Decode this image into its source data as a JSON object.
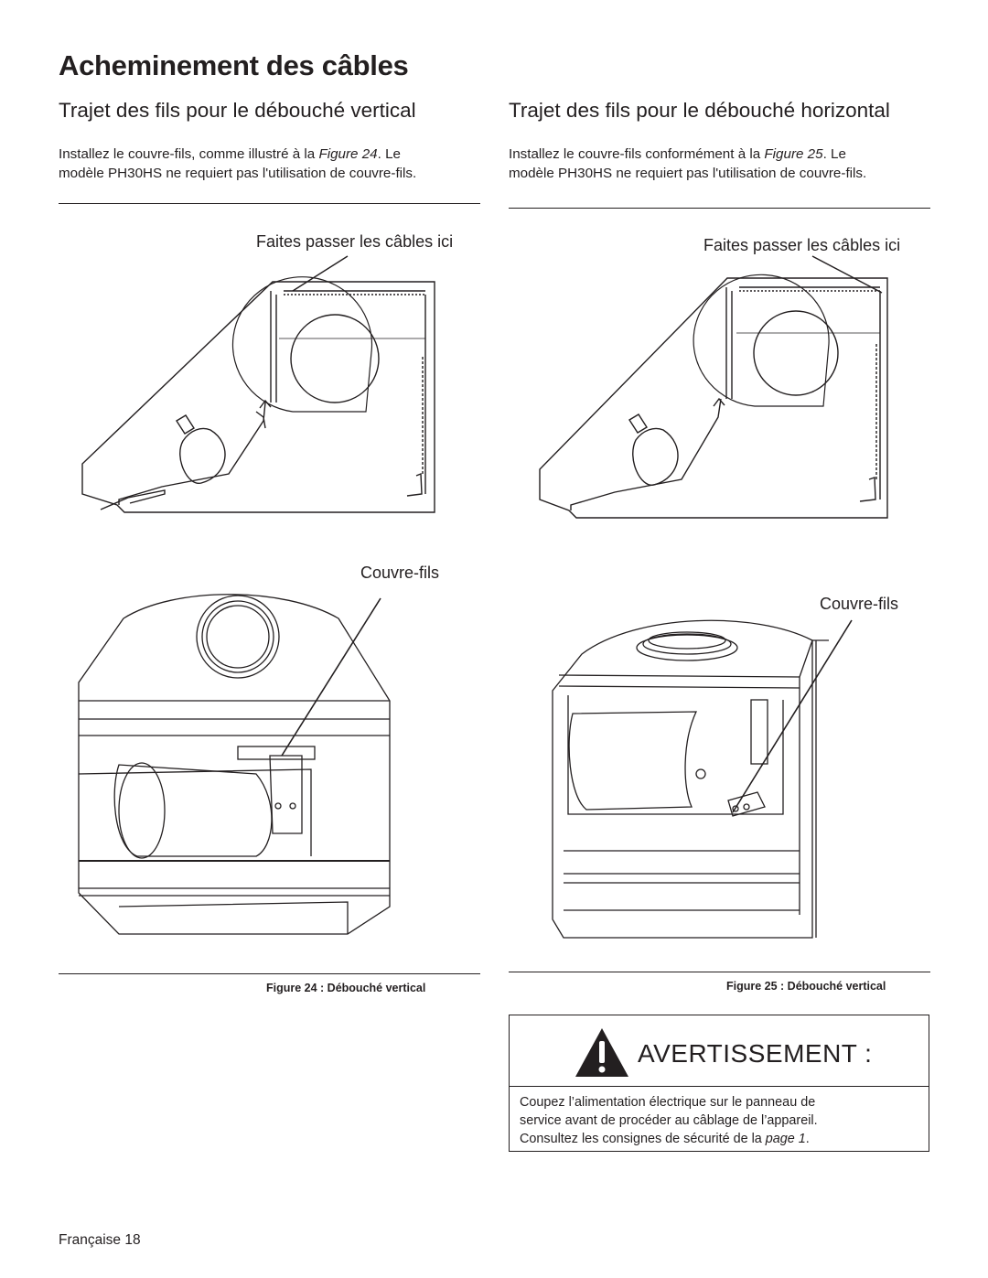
{
  "page": {
    "title": "Acheminement des câbles",
    "footer": "Française 18"
  },
  "left": {
    "heading": "Trajet des fils pour le débouché vertical",
    "para_line1_pre": "Installez le couvre-fils, comme illustré à la ",
    "para_line1_ref": "Figure 24",
    "para_line1_post": ". Le",
    "para_line2": "modèle PH30HS ne requiert pas l'utilisation de couvre-fils.",
    "label_top": "Faites passer les câbles ici",
    "label_bottom": "Couvre-fils",
    "caption": "Figure 24 : Débouché vertical"
  },
  "right": {
    "heading": "Trajet des fils pour le débouché horizontal",
    "para_line1_pre": "Installez le couvre-fils conformément à la ",
    "para_line1_ref": "Figure 25",
    "para_line1_post": ". Le",
    "para_line2": "modèle PH30HS ne requiert pas l'utilisation de couvre-fils.",
    "label_top": "Faites passer les câbles ici",
    "label_bottom": "Couvre-fils",
    "caption": "Figure 25 : Débouché vertical"
  },
  "warning": {
    "icon": "warning-triangle-icon",
    "title": "AVERTISSEMENT :",
    "line1": "Coupez l’alimentation électrique sur le panneau de",
    "line2": "service avant de procéder au câblage de l’appareil.",
    "line3_pre": "Consultez les consignes de sécurité de la ",
    "line3_ref": "page 1",
    "line3_post": "."
  }
}
